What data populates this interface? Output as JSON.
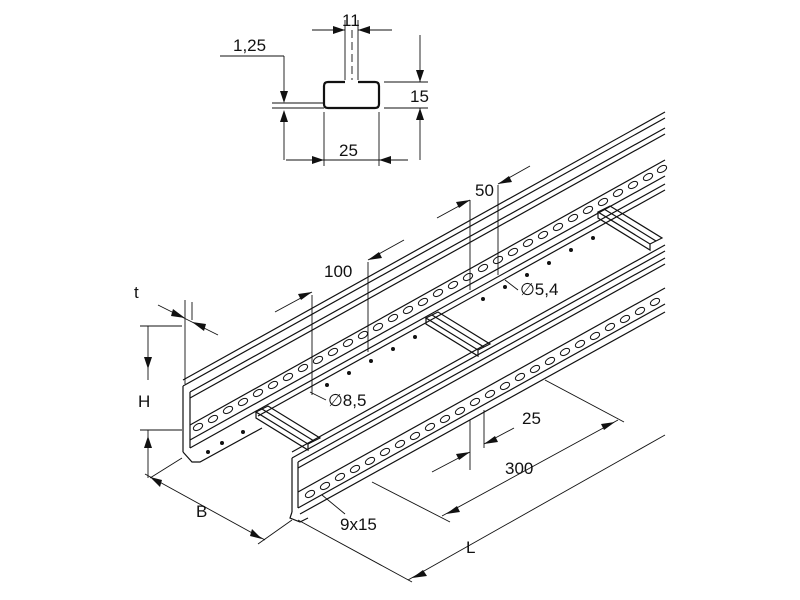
{
  "diagram": {
    "profile": {
      "wall_thickness": "1,25",
      "slot_width": "11",
      "height": "15",
      "width": "25"
    },
    "ladder": {
      "thickness_label": "t",
      "height_label": "H",
      "width_label": "B",
      "length_label": "L",
      "hole_pitch_small": "50",
      "hole_pitch_large": "100",
      "small_hole_diameter": "∅5,4",
      "large_hole_diameter": "∅8,5",
      "slot_size": "9x15",
      "slot_pitch": "25",
      "rung_pitch": "300"
    }
  }
}
